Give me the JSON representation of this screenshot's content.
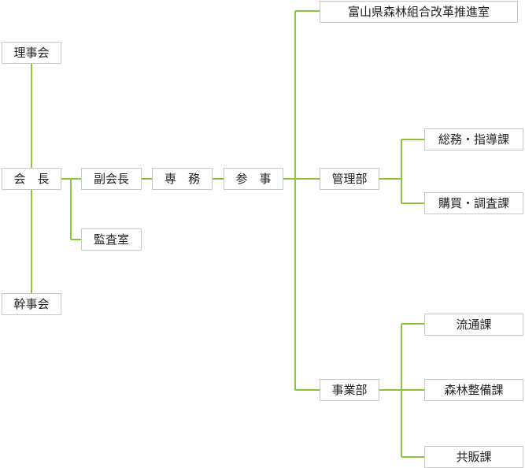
{
  "colors": {
    "connector": "#8cc63f",
    "box_border": "#c8c8c8",
    "text": "#222222"
  },
  "nodes": {
    "rijikai": "理事会",
    "kaichou": "会　長",
    "kanjikai": "幹事会",
    "fukukaichou": "副会長",
    "kansashitsu": "監査室",
    "senmu": "専　務",
    "sanji": "参　事",
    "suishinshitsu": "富山県森林組合改革推進室",
    "kanribu": "管理部",
    "jigyoubu": "事業部",
    "soumu": "総務・指導課",
    "kobai": "購買・調査課",
    "ryutsu": "流通課",
    "shinrin": "森林整備課",
    "kyohan": "共販課"
  }
}
